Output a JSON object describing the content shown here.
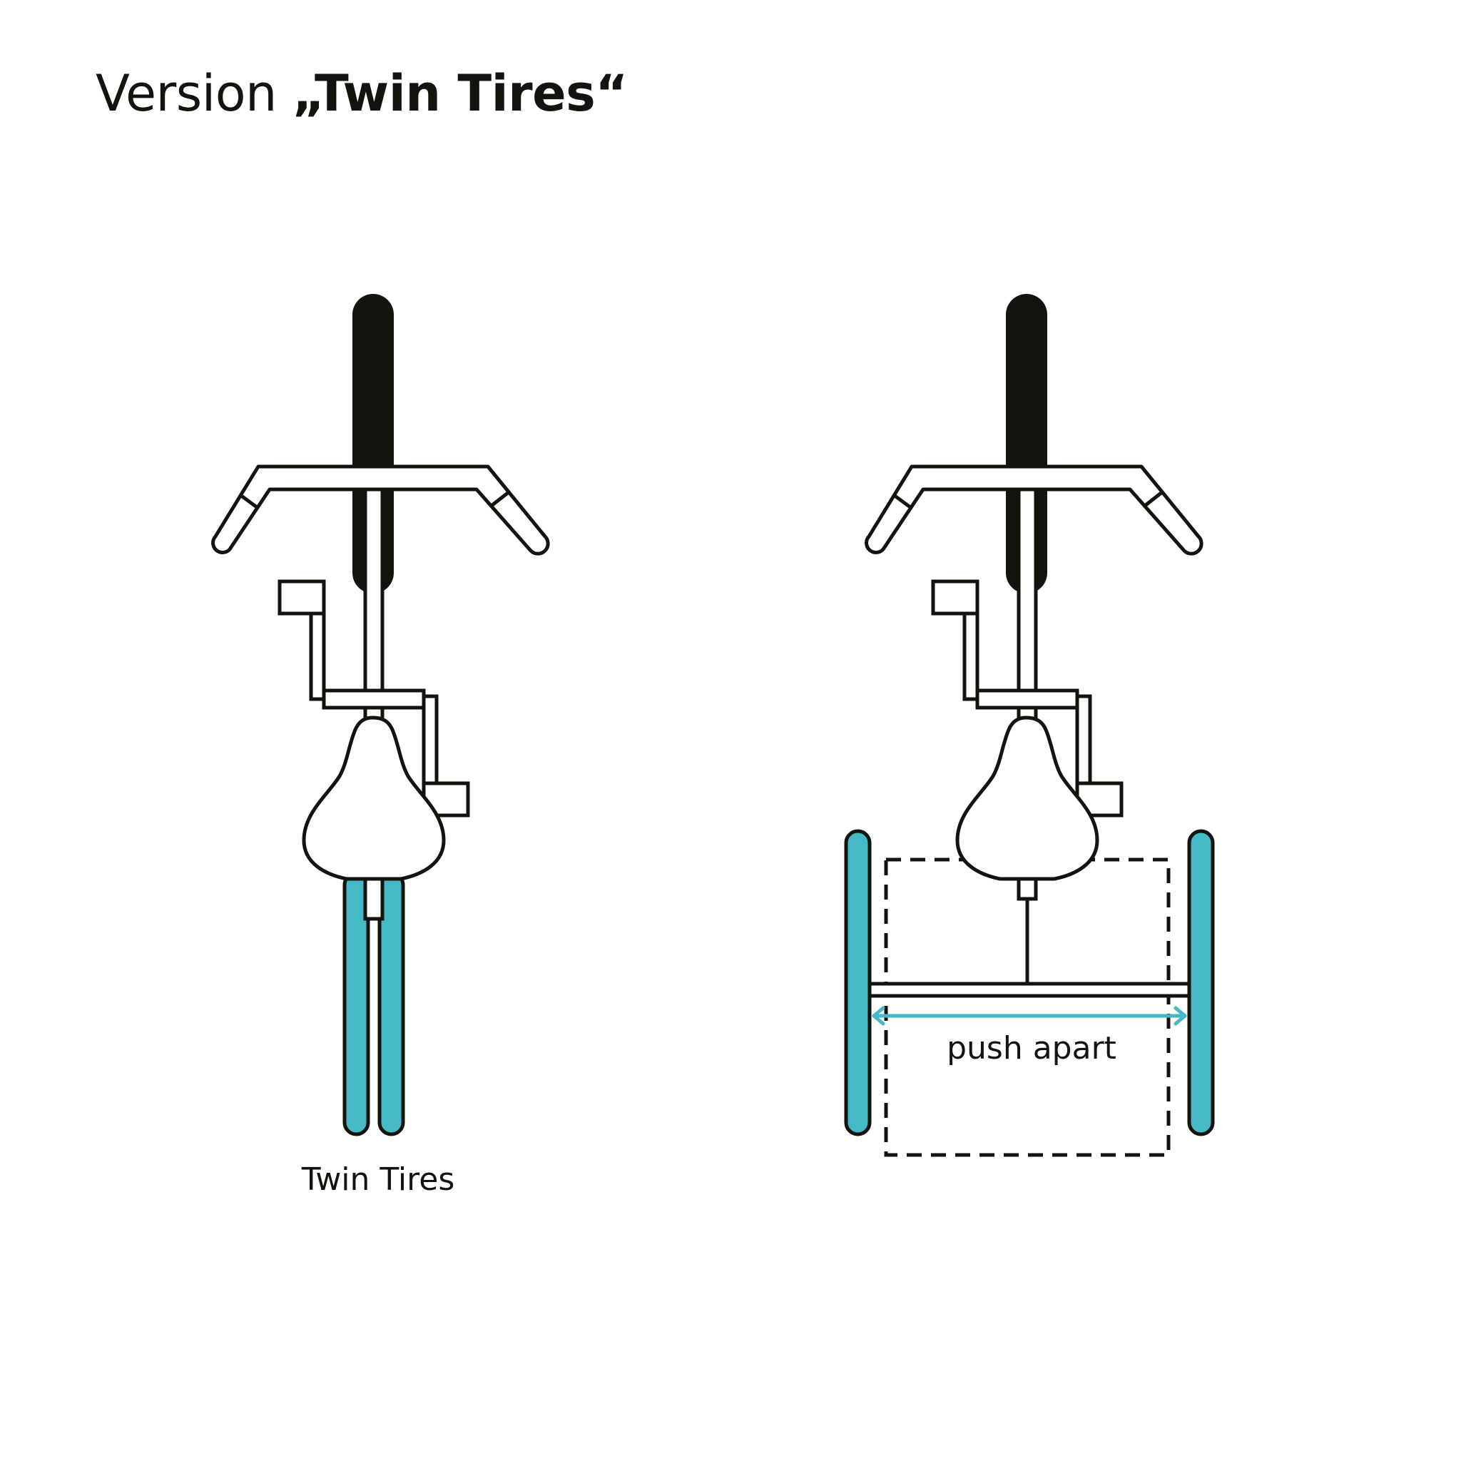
{
  "title": {
    "prefix": "Version ",
    "emphasis": "„Twin Tires“"
  },
  "left_label": "Twin Tires",
  "right_label": "push apart",
  "colors": {
    "ink": "#14140f",
    "tire": "#45b9c6",
    "background": "#ffffff"
  }
}
